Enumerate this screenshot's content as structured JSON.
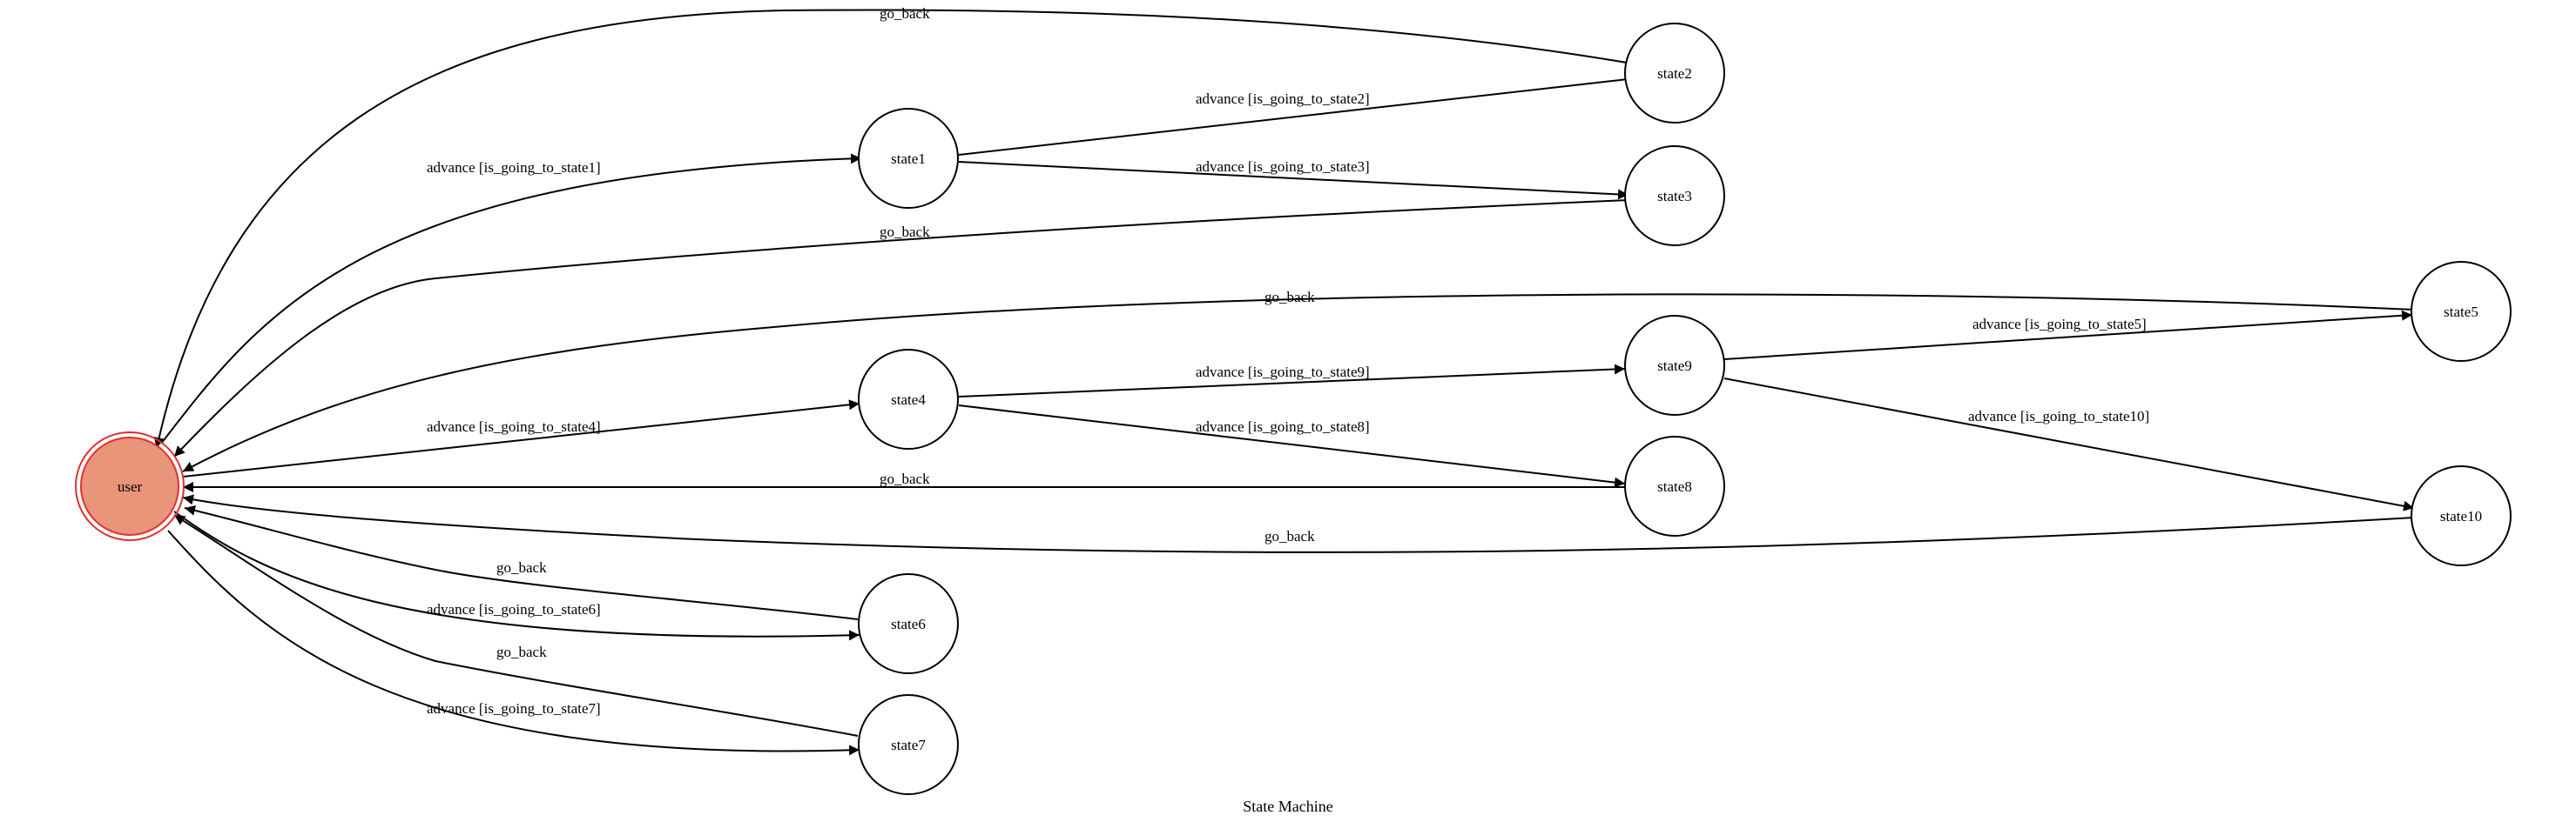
{
  "diagram": {
    "caption": "State Machine",
    "colors": {
      "initial_fill": "#e8957a",
      "initial_border": "#e03030",
      "node_fill": "#ffffff",
      "stroke": "#000000"
    },
    "nodes": {
      "user": "user",
      "state1": "state1",
      "state2": "state2",
      "state3": "state3",
      "state4": "state4",
      "state5": "state5",
      "state6": "state6",
      "state7": "state7",
      "state8": "state8",
      "state9": "state9",
      "state10": "state10"
    },
    "edges": {
      "user_state1": "advance [is_going_to_state1]",
      "state1_state2": "advance [is_going_to_state2]",
      "state1_state3": "advance [is_going_to_state3]",
      "state2_user": "go_back",
      "state3_user": "go_back",
      "user_state4": "advance [is_going_to_state4]",
      "state4_state9": "advance [is_going_to_state9]",
      "state4_state8": "advance [is_going_to_state8]",
      "state9_state5": "advance [is_going_to_state5]",
      "state9_state10": "advance [is_going_to_state10]",
      "state5_user": "go_back",
      "state8_user": "go_back",
      "state10_user": "go_back",
      "user_state6": "advance [is_going_to_state6]",
      "state6_user": "go_back",
      "user_state7": "advance [is_going_to_state7]",
      "state7_user": "go_back"
    }
  }
}
